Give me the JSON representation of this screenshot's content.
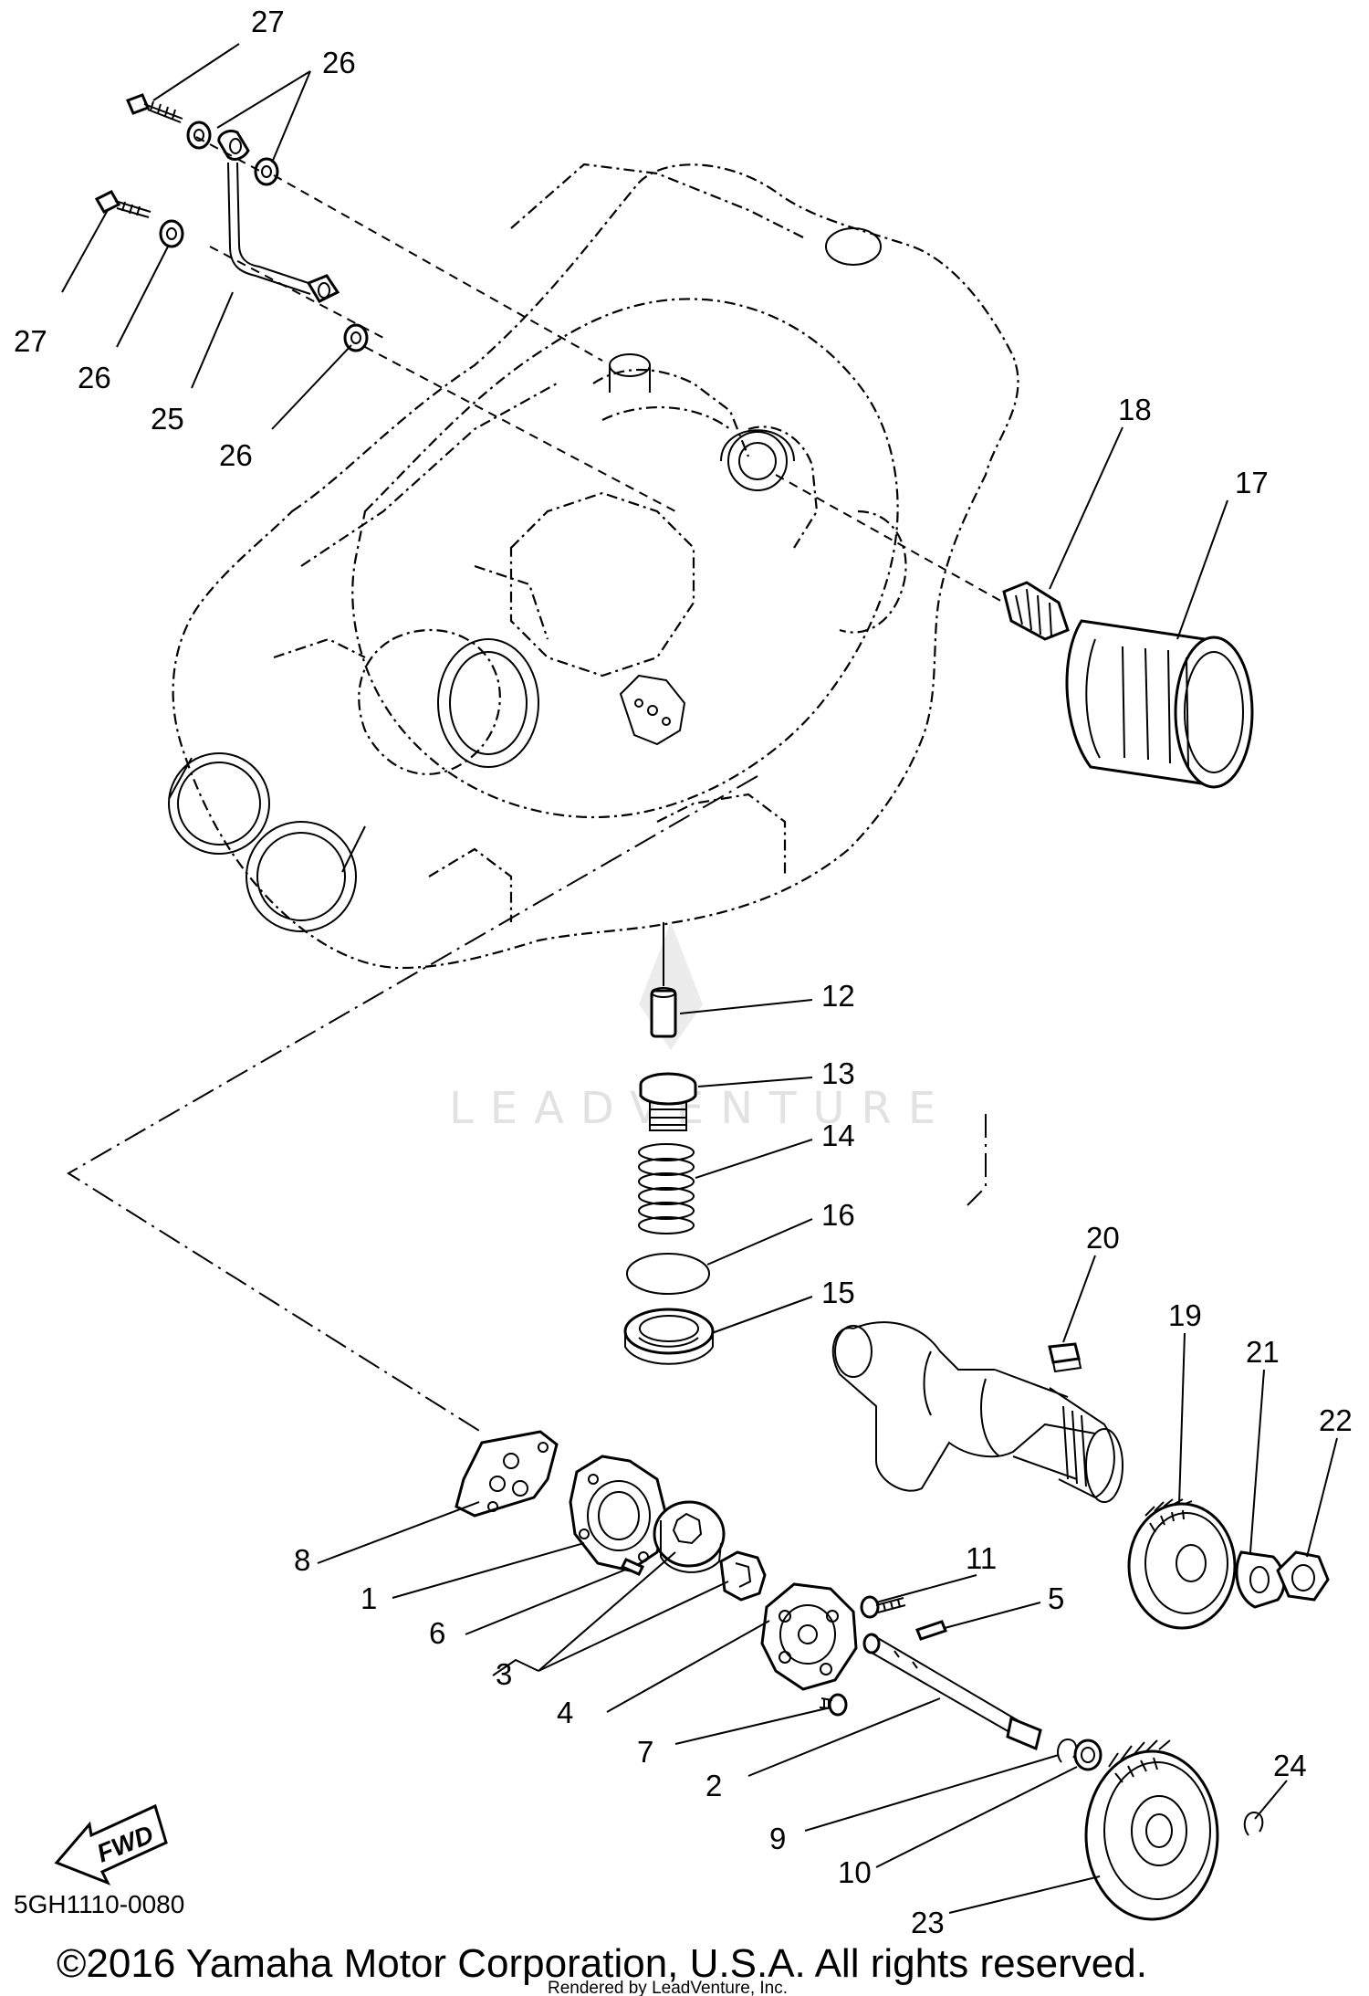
{
  "watermark": "LEADVENTURE",
  "fwd_label": "FWD",
  "diagram_code": "5GH1110-0080",
  "copyright": "©2016 Yamaha Motor Corporation, U.S.A. All rights reserved.",
  "rendered_by": "Rendered by LeadVenture, Inc.",
  "callouts": {
    "c27a": "27",
    "c26a": "26",
    "c27b": "27",
    "c26b": "26",
    "c25": "25",
    "c26c": "26",
    "c18": "18",
    "c17": "17",
    "c12": "12",
    "c13": "13",
    "c14": "14",
    "c16": "16",
    "c15": "15",
    "c20": "20",
    "c19": "19",
    "c21": "21",
    "c22": "22",
    "c8": "8",
    "c11": "11",
    "c1": "1",
    "c5": "5",
    "c6": "6",
    "c3": "3",
    "c4": "4",
    "c7": "7",
    "c2": "2",
    "c24": "24",
    "c9": "9",
    "c10": "10",
    "c23": "23"
  }
}
